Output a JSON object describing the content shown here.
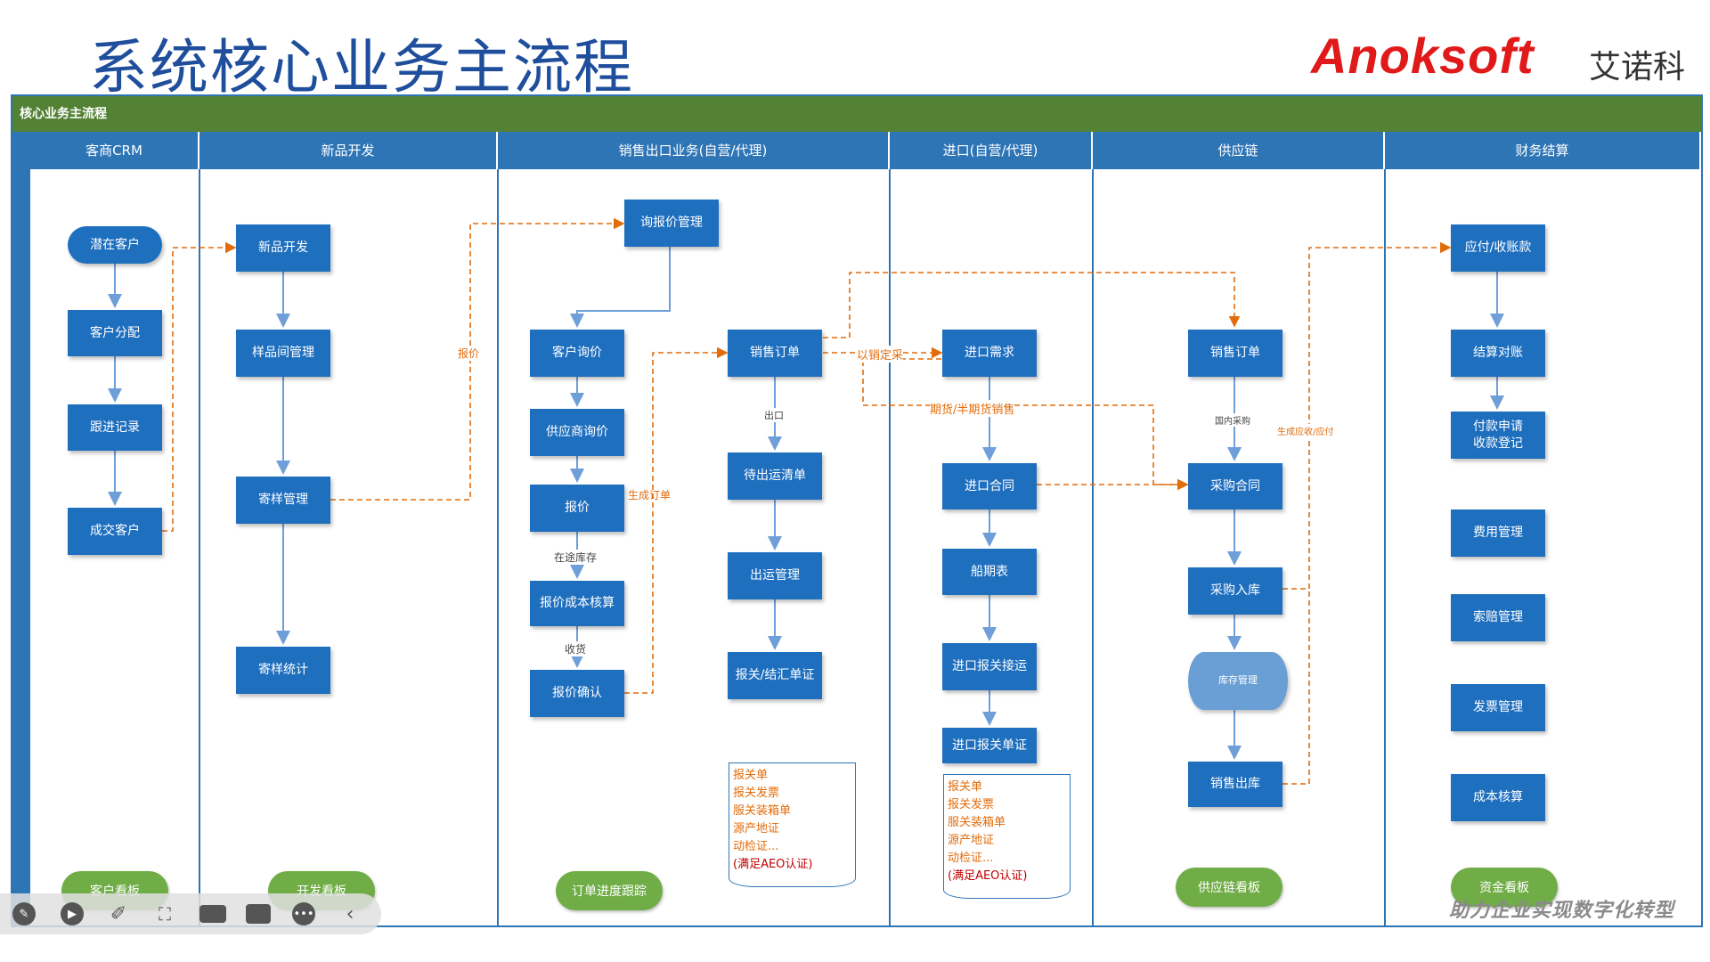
{
  "page_title": "系统核心业务主流程",
  "logo": {
    "brand": "Anoksoft",
    "cn": "艾诺科"
  },
  "banner": "核心业务主流程",
  "lanes": [
    "客商CRM",
    "新品开发",
    "销售出口业务(自营/代理)",
    "进口(自营/代理)",
    "供应链",
    "财务结算"
  ],
  "crm": [
    "潜在客户",
    "客户分配",
    "跟进记录",
    "成交客户"
  ],
  "dev": [
    "新品开发",
    "样品间管理",
    "寄样管理",
    "寄样统计"
  ],
  "sales": {
    "inquiry_mgmt": "询报价管理",
    "customer_inquiry": "客户询价",
    "supplier_inquiry": "供应商询价",
    "quote": "报价",
    "quote_cost": "报价成本核算",
    "quote_confirm": "报价确认",
    "sales_order": "销售订单",
    "pending_list": "待出运清单",
    "shipping_mgmt": "出运管理",
    "customs": "报关/结汇单证"
  },
  "import": [
    "进口需求",
    "进口合同",
    "船期表",
    "进口报关接运",
    "进口报关单证"
  ],
  "supply": {
    "order": "销售订单",
    "contract": "采购合同",
    "inbound": "采购入库",
    "stock": "库存管理",
    "outbound": "销售出库"
  },
  "finance": [
    "应付/收账款",
    "结算对账",
    "付款申请\n收款登记",
    "费用管理",
    "索赔管理",
    "发票管理",
    "成本核算"
  ],
  "labels": {
    "quote_price": "报价",
    "gen_order": "生成订单",
    "in_transit": "在途库存",
    "receive": "收货",
    "export": "出口",
    "sale_purchase": "以销定采",
    "futures": "期货/半期货销售",
    "domestic": "国内采购",
    "gen_ar_ap": "生成应收/应付"
  },
  "doc1": {
    "lines": [
      "报关单",
      "报关发票",
      "服关装箱单",
      "源产地证",
      "动检证..."
    ],
    "last": "(满足AEO认证)"
  },
  "doc2": {
    "lines": [
      "报关单",
      "报关发票",
      "服关装箱单",
      "源产地证",
      "动检证..."
    ],
    "last": "(满足AEO认证)"
  },
  "boards": {
    "crm": "客户看板",
    "dev": "开发看板",
    "order": "订单进度跟踪",
    "supply": "供应链看板",
    "fund": "资金看板"
  },
  "slogan": "助力企业实现数字化转型",
  "colors": {
    "lane": "#2e75b6",
    "node": "#1f6fbf",
    "banner": "#548235",
    "board": "#70ad47",
    "dashed": "#e36c0a",
    "title": "#1f4e9c",
    "brand": "#e01a1a"
  }
}
